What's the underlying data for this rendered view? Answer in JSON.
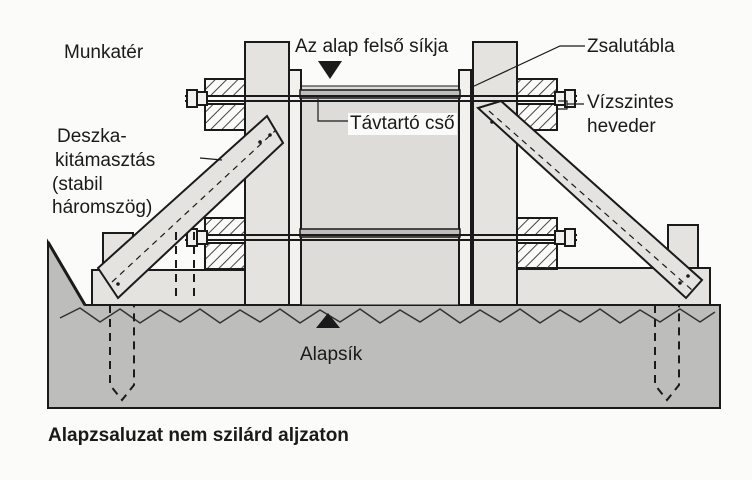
{
  "labels": {
    "munkater": "Munkatér",
    "alap_felso_sikja": "Az alap felső síkja",
    "zsalutabla": "Zsalutábla",
    "tavtarto_cso": "Távtartó cső",
    "vizszintes": "Vízszintes",
    "heveder": "heveder",
    "deszka": [
      "Deszka-",
      "kitámasztás",
      "(stabil",
      "háromszög)"
    ],
    "alapsik": "Alapsík"
  },
  "caption": "Alapzsaluzat nem szilárd aljzaton",
  "colors": {
    "ink": "#1a1a1a",
    "soil": "#bdbdbb",
    "wood": "#e4e3df",
    "concrete": "#dddcd8",
    "hatch": "#555555"
  }
}
